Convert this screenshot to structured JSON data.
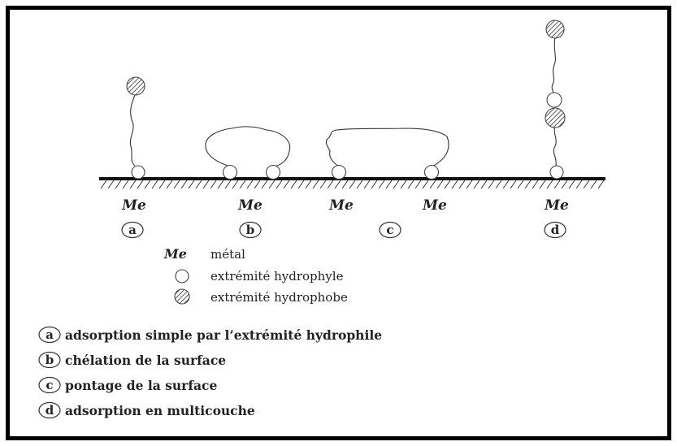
{
  "metal_labels": [
    "Me",
    "Me",
    "Me",
    "Me",
    "Me"
  ],
  "case_markers": [
    "a",
    "b",
    "c",
    "d"
  ],
  "legend": {
    "metal_symbol": "Me",
    "metal_text": "métal",
    "hydrophilic_text": "extrémité hydrophyle",
    "hydrophobic_text": "extrémité hydrophobe"
  },
  "key": [
    {
      "marker": "a",
      "text": "adsorption simple par l’extrémité hydrophile"
    },
    {
      "marker": "b",
      "text": "chélation de la surface"
    },
    {
      "marker": "c",
      "text": "pontage de la surface"
    },
    {
      "marker": "d",
      "text": "adsorption en multicouche"
    }
  ],
  "colors": {
    "ink": "#222222",
    "border": "#000000",
    "background": "#ffffff"
  }
}
